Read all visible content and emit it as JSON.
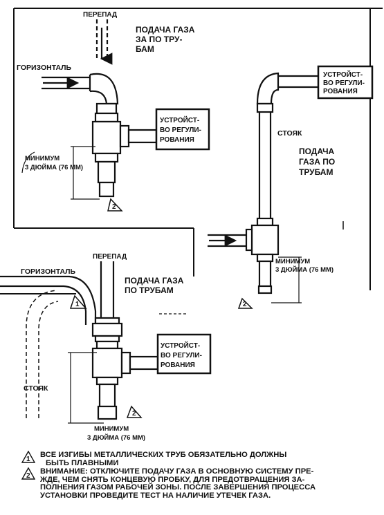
{
  "diagram": {
    "labels": {
      "drop": "ПЕРЕПАД",
      "horizontal": "ГОРИЗОНТАЛЬ",
      "riser": "СТОЯК",
      "gas_supply_lines": [
        "ПОДАЧА ГАЗА",
        "ЗА ПО ТРУ-",
        "БАМ"
      ],
      "gas_supply_lines_right": [
        "ПОДАЧА",
        "ГАЗА ПО",
        "ТРУБАМ"
      ],
      "gas_supply_lines_bottom": [
        "ПОДАЧА ГАЗА",
        "ПО ТРУБАМ"
      ],
      "control_lines": [
        "УСТРОЙСТ-",
        "ВО РЕГУЛИ-",
        "РОВАНИЯ"
      ],
      "minimum_lines": [
        "МИНИМУМ",
        "3 ДЮЙМА (76 ММ)"
      ],
      "note_marker_1": "1",
      "note_marker_2": "2"
    }
  },
  "notes": [
    {
      "number": "1",
      "lines": [
        "ВСЕ ИЗГИБЫ МЕТАЛЛИЧЕСКИХ ТРУБ ОБЯЗАТЕЛЬНО ДОЛЖНЫ",
        "БЫТЬ ПЛАВНЫМИ"
      ]
    },
    {
      "number": "2",
      "lines": [
        "ВНИМАНИЕ: ОТКЛЮЧИТЕ ПОДАЧУ ГАЗА В ОСНОВНУЮ СИСТЕМУ ПРЕ-",
        "ЖДЕ, ЧЕМ СНЯТЬ КОНЦЕВУЮ ПРОБКУ, ДЛЯ ПРЕДОТВРАЩЕНИЯ ЗА-",
        "ПОЛНЕНИЯ ГАЗОМ РАБОЧЕЙ ЗОНЫ. ПОСЛЕ ЗАВЕРШЕНИЯ ПРОЦЕССА",
        "УСТАНОВКИ ПРОВЕДИТЕ ТЕСТ НА НАЛИЧИЕ УТЕЧЕК ГАЗА."
      ]
    }
  ]
}
